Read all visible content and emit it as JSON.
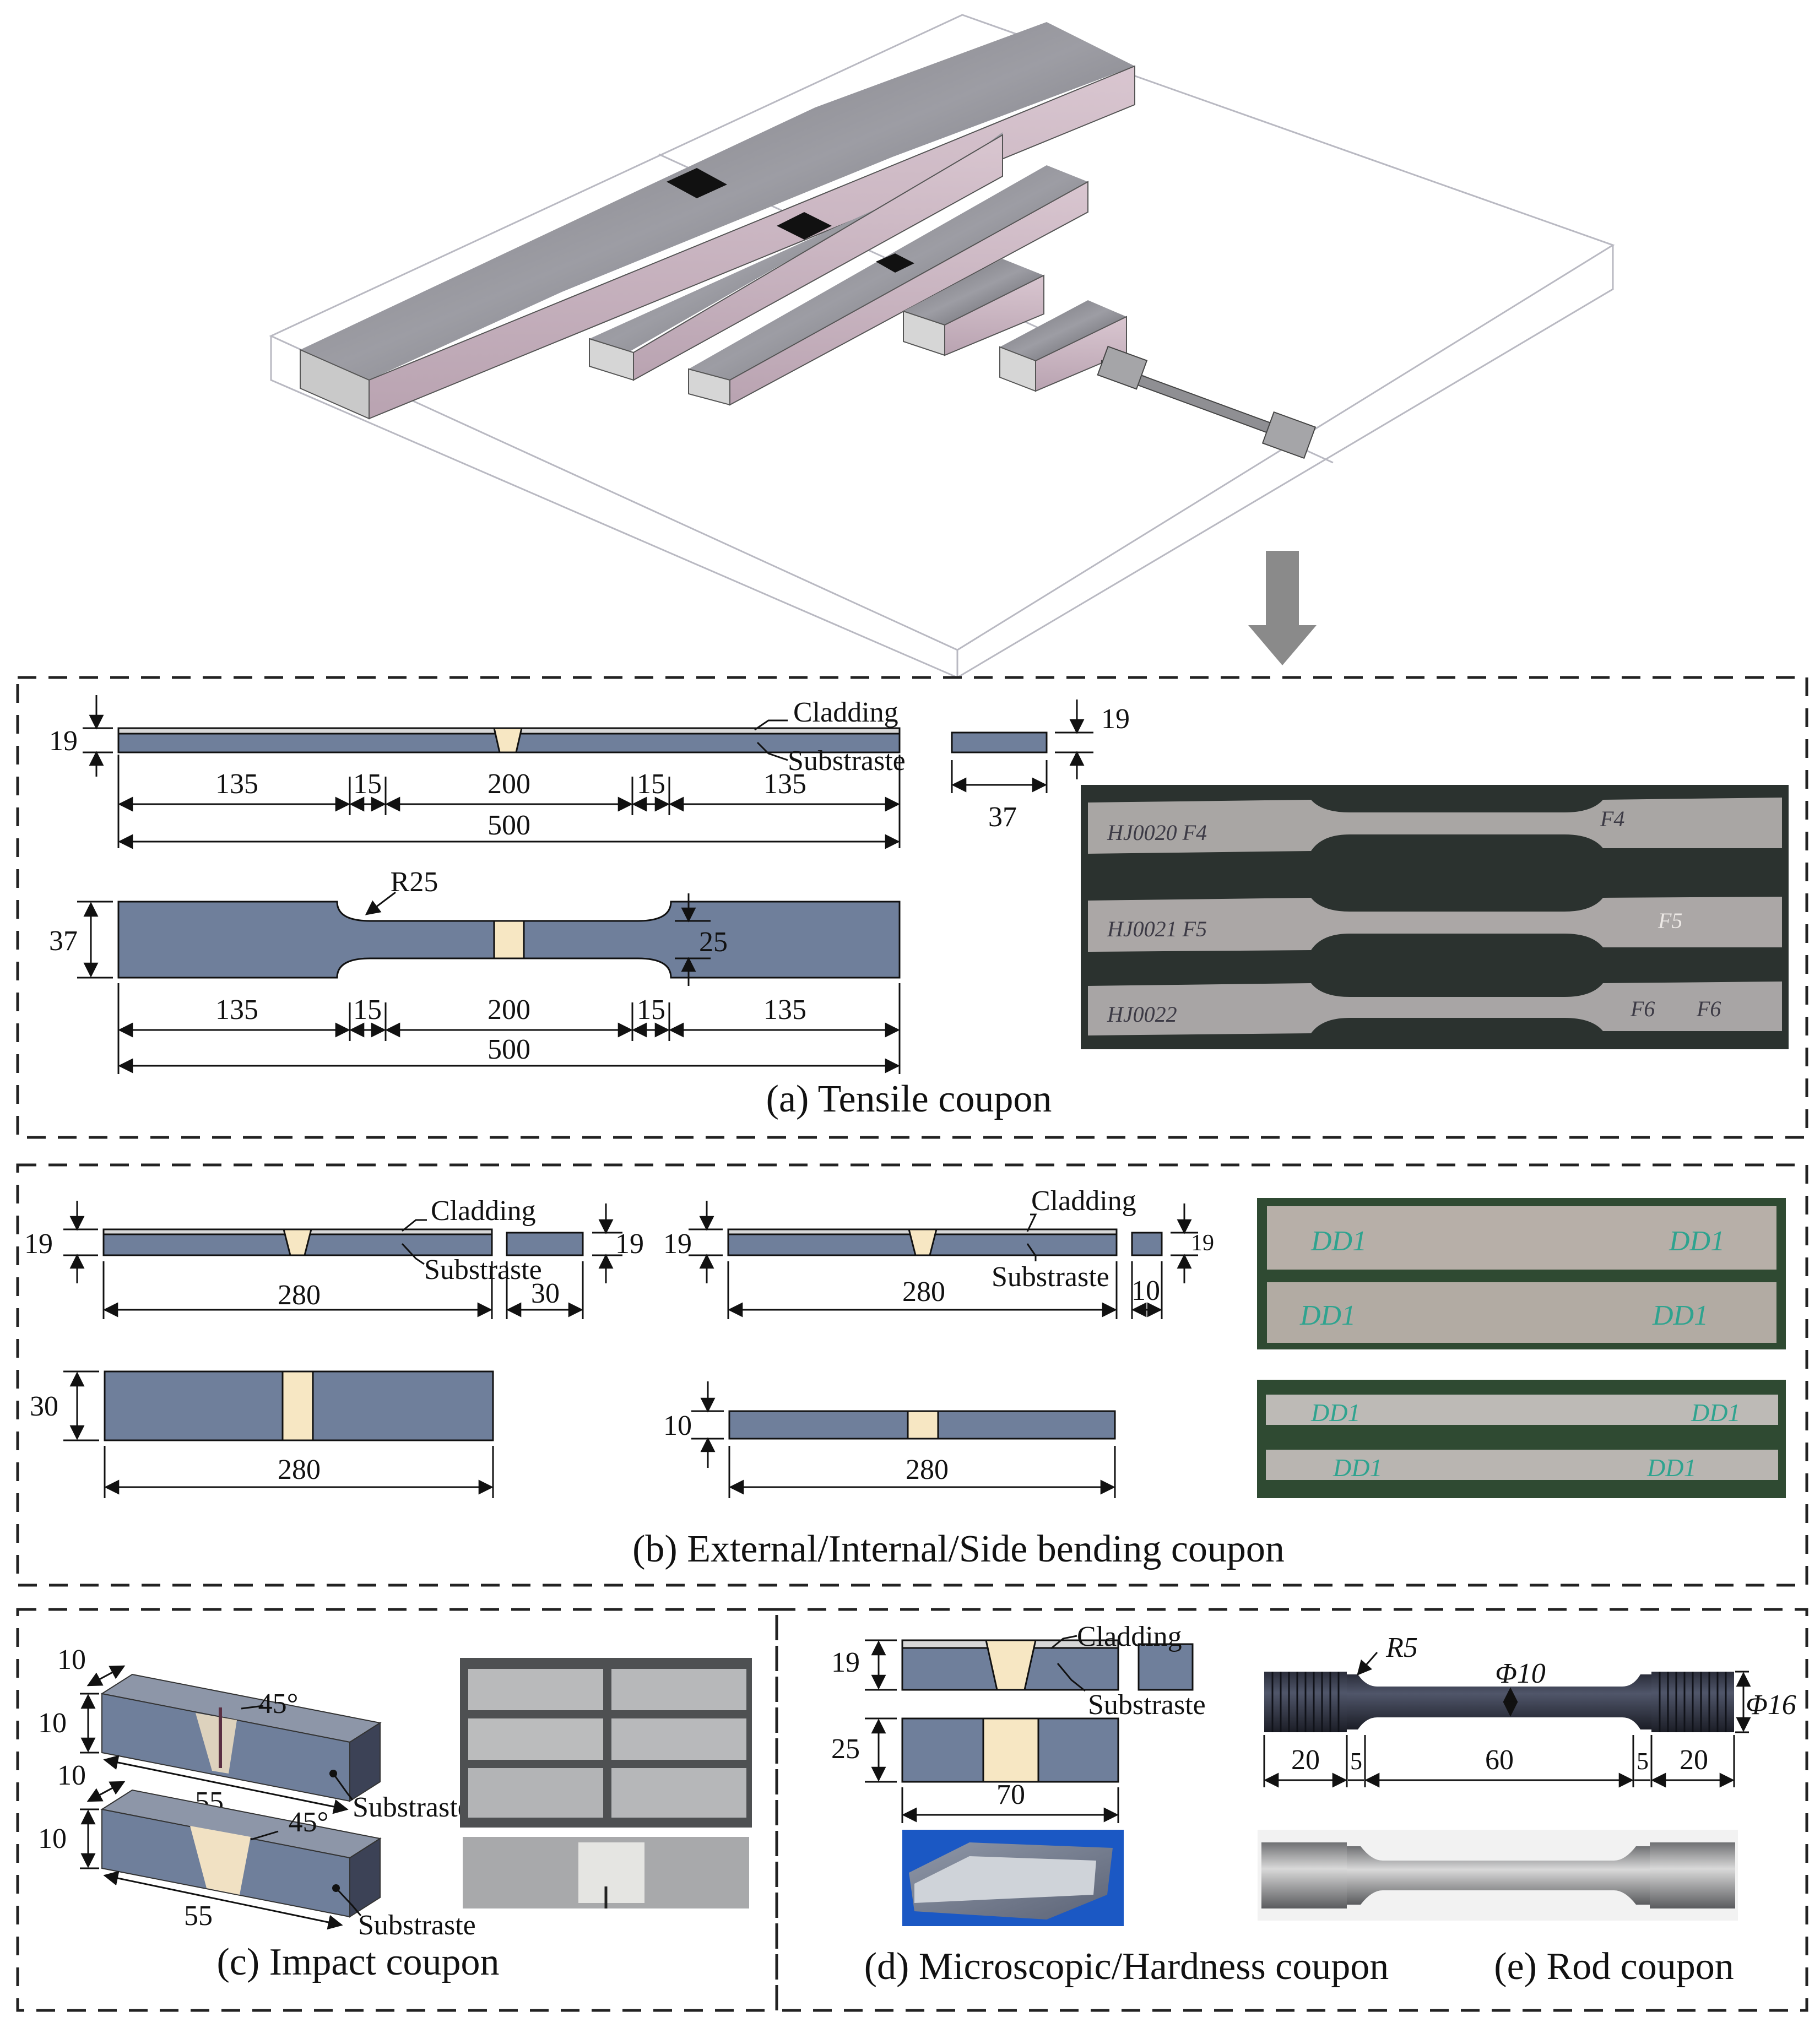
{
  "colors": {
    "substrate": "#6f7f9b",
    "weld": "#f7e7c3",
    "cladding": "#d7d7d7",
    "arrow": "#8a8a8a",
    "photo_background": "#2b322f",
    "photo_green": "#2f4a32"
  },
  "labels": {
    "cladding": "Cladding",
    "substrate": "Substraste"
  },
  "panel_a": {
    "caption": "(a) Tensile coupon",
    "thickness": "19",
    "width": "37",
    "radius": "R25",
    "reduced_width": "25",
    "segments": [
      "135",
      "15",
      "200",
      "15",
      "135"
    ],
    "total": "500",
    "photo_marks": [
      "HJ0020 F4",
      "F4",
      "HJ0021 F5",
      "F5",
      "HJ0022",
      "F6",
      "F6"
    ]
  },
  "panel_b": {
    "caption": "(b) External/Internal/Side bending coupon",
    "thickness": "19",
    "length": "280",
    "width_left": "30",
    "width_right": "10",
    "photo_marks": [
      "DD1",
      "DD1",
      "DD1",
      "DD1",
      "DD1",
      "DD1",
      "DD1",
      "DD1"
    ]
  },
  "panel_c": {
    "caption": "(c)  Impact coupon",
    "size": "10",
    "angle": "45°",
    "length": "55"
  },
  "panel_d": {
    "caption": "(d) Microscopic/Hardness coupon",
    "thickness": "19",
    "width": "25",
    "length": "70"
  },
  "panel_e": {
    "caption": "(e)  Rod coupon",
    "radius": "R5",
    "diameter_mid": "Φ10",
    "diameter_end": "Φ16",
    "segments": [
      "20",
      "5",
      "60",
      "5",
      "20"
    ]
  }
}
